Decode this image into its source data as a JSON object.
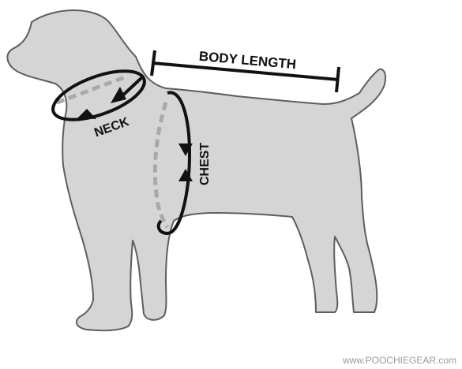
{
  "labels": {
    "body_length": "BODY LENGTH",
    "neck": "NECK",
    "chest": "CHEST"
  },
  "credit": "www.POOCHIEGEAR.com",
  "colors": {
    "dog_fill": "#d5d5d5",
    "dog_outline": "#5e5e5e",
    "measure_line": "#111111",
    "dashed_guide": "#a9a9a9",
    "credit_text": "#9a9a9a"
  }
}
